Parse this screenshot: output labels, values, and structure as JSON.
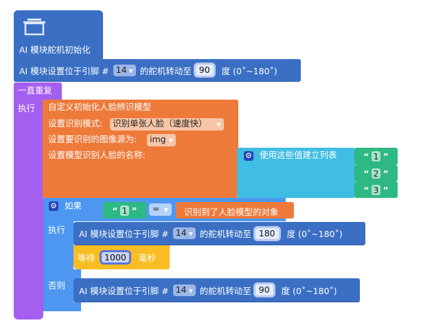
{
  "init": {
    "label": "AI 模块舵机初始化",
    "icon": "servo-module-icon"
  },
  "servo1": {
    "prefix": "AI 模块设置位于引脚 #",
    "pin": "14",
    "mid": "的舵机转动至",
    "angle": "90",
    "suffix": "度 (0˚~180˚)"
  },
  "forever": {
    "label": "一直重复",
    "do": "执行"
  },
  "face": {
    "title": "自定义初始化人脸辨识模型",
    "mode_label": "设置识别模式:",
    "mode_value": "识别单张人脸（速度快）",
    "src_label": "设置要识别的图像源为:",
    "src_value": "img",
    "names_label": "设置模型识别人脸的名称:"
  },
  "list": {
    "label": "使用这些值建立列表",
    "items": [
      "1",
      "2",
      "3"
    ]
  },
  "if": {
    "label": "如果",
    "do": "执行",
    "else": "否则",
    "lhs": "1",
    "op": "=",
    "rhs": "识别到了人脸模型的对象"
  },
  "servo2": {
    "prefix": "AI 模块设置位于引脚 #",
    "pin": "14",
    "mid": "的舵机转动至",
    "angle": "180",
    "suffix": "度 (0˚~180˚)"
  },
  "wait": {
    "label": "等待",
    "value": "1000",
    "unit": "毫秒"
  },
  "servo3": {
    "prefix": "AI 模块设置位于引脚 #",
    "pin": "14",
    "mid": "的舵机转动至",
    "angle": "90",
    "suffix": "度 (0˚~180˚)"
  },
  "colors": {
    "servo": "#3a6fc4",
    "loop": "#a55ff0",
    "face": "#ee7a3a",
    "list": "#40bde3",
    "text": "#2eb883",
    "logic": "#4d97f0",
    "wait": "#f8bd22"
  }
}
